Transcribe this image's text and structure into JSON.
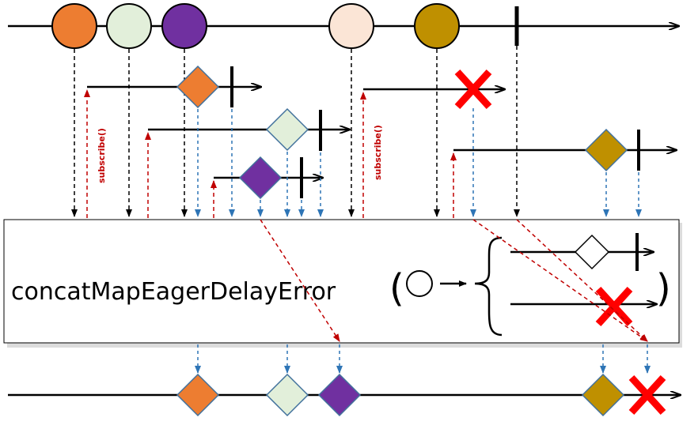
{
  "operator": {
    "name": "concatMapEagerDelayError"
  },
  "annotations": {
    "subscribe_label": "subscribe()"
  },
  "colors": {
    "orange": "#ED7D31",
    "light_green": "#E2EFDA",
    "purple": "#7030A0",
    "peach": "#FBE5D6",
    "gold": "#BF9000",
    "error_red": "#FF0000",
    "subscribe_arrow": "#C00000",
    "emission_arrow": "#2E75B6",
    "line": "#000000"
  },
  "source_items": [
    {
      "name": "orange-item",
      "color_key": "orange"
    },
    {
      "name": "light-green-item",
      "color_key": "light_green"
    },
    {
      "name": "purple-item",
      "color_key": "purple"
    },
    {
      "name": "peach-item",
      "color_key": "peach"
    },
    {
      "name": "gold-item",
      "color_key": "gold"
    }
  ],
  "output_items": [
    {
      "name": "orange-diamond",
      "color_key": "orange"
    },
    {
      "name": "light-green-diamond",
      "color_key": "light_green"
    },
    {
      "name": "purple-diamond",
      "color_key": "purple"
    },
    {
      "name": "gold-diamond",
      "color_key": "gold"
    },
    {
      "name": "error-cross",
      "color_key": "error_red"
    }
  ]
}
